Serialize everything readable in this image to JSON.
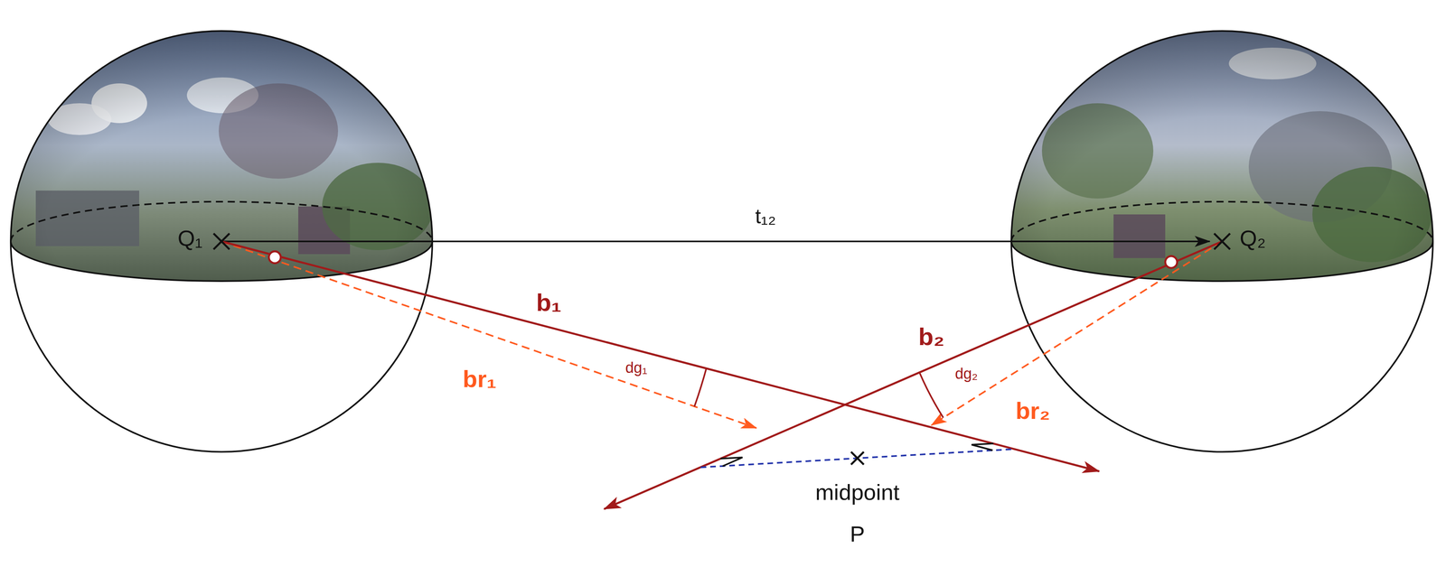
{
  "diagram": {
    "labels": [
      "Q₁",
      "Q₂",
      "t₁₂",
      "b₁",
      "b₂",
      "br₁",
      "br₂",
      "dg₁",
      "dg₂",
      "midpoint",
      "P"
    ]
  }
}
